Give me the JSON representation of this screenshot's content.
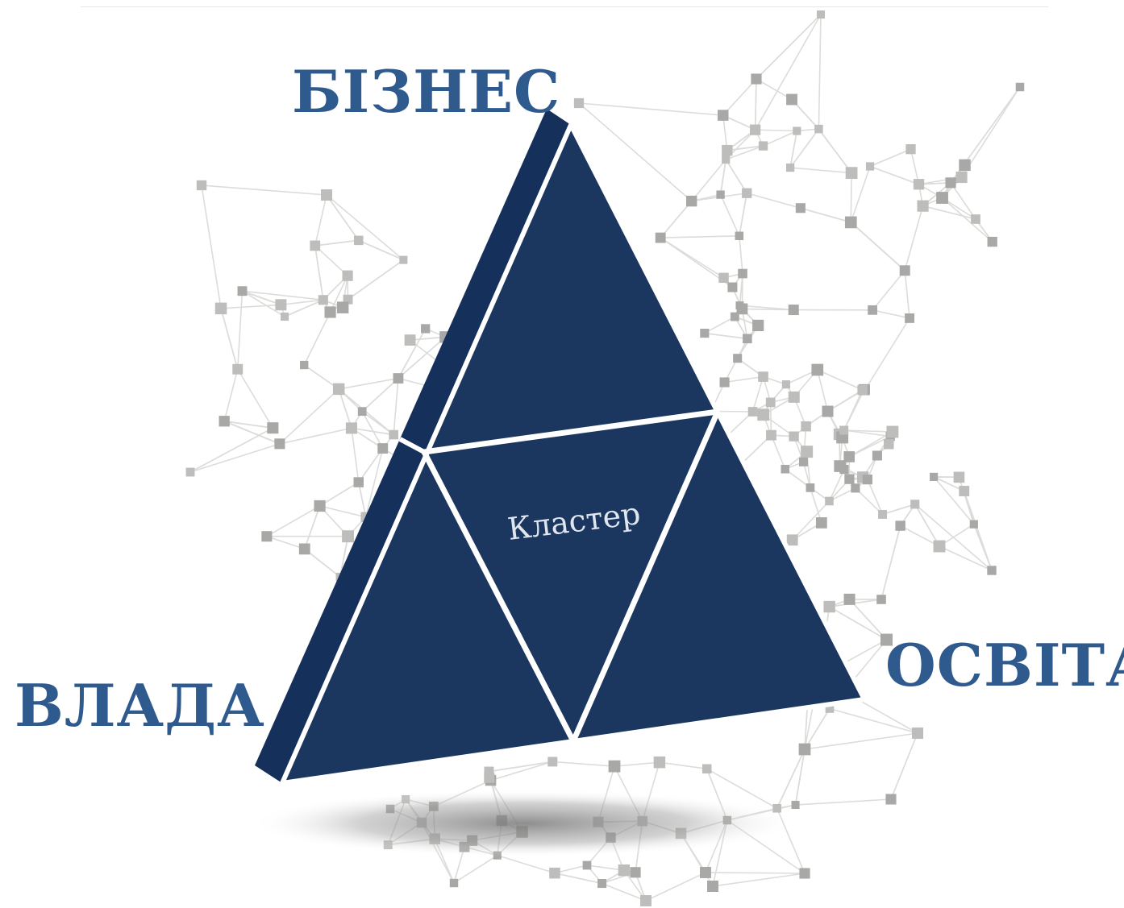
{
  "labels": {
    "top": "БІЗНЕС",
    "left": "ВЛАДА",
    "right": "ОСВІТА",
    "center": "Кластер"
  },
  "colors": {
    "label": "#2f5a8e",
    "triangle": "#1b365f",
    "triangle_side": "#15305a",
    "divider": "#ffffff",
    "center_text": "#dfe6ef",
    "network_node": "#bdbdbb",
    "network_node_dark": "#a8a8a6",
    "network_edge": "#dcdcda"
  },
  "icons": {
    "background": "network-graph"
  }
}
